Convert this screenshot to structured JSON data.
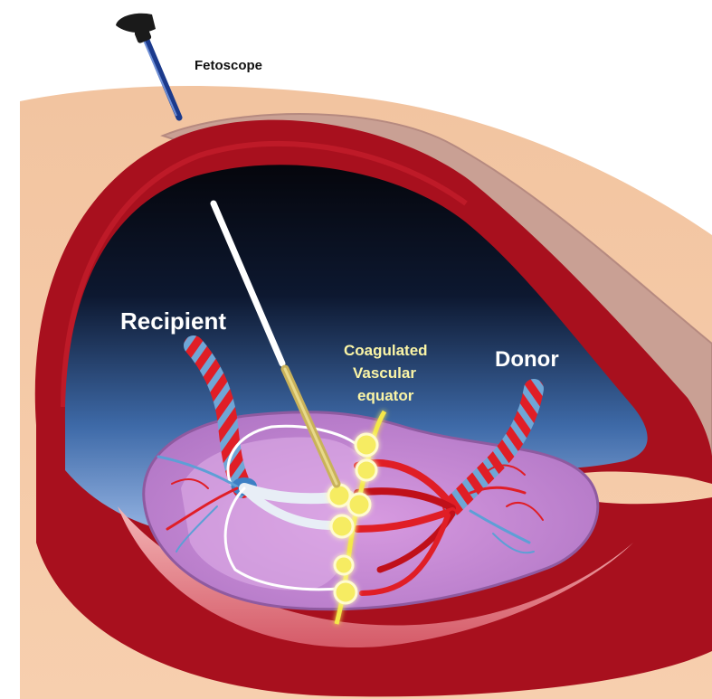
{
  "labels": {
    "fetoscope": "Fetoscope",
    "recipient": "Recipient",
    "donor": "Donor",
    "equator_line1": "Coagulated",
    "equator_line2": "Vascular",
    "equator_line3": "equator"
  },
  "colors": {
    "skin": "#f6c9a6",
    "uterine_wall": "#a8101e",
    "wall_highlight": "#c8202c",
    "cavity_top": "#05060c",
    "cavity_bottom": "#8ab2e3",
    "placenta": "#c98ad6",
    "placenta_dark": "#8f5aa0",
    "artery": "#e01e26",
    "vein": "#5d9fd6",
    "coagulation": "#f4e84a",
    "fetoscope_shaft": "#1b3a8c",
    "label_text": "#ffffff",
    "fetoscope_label_text": "#111111"
  }
}
